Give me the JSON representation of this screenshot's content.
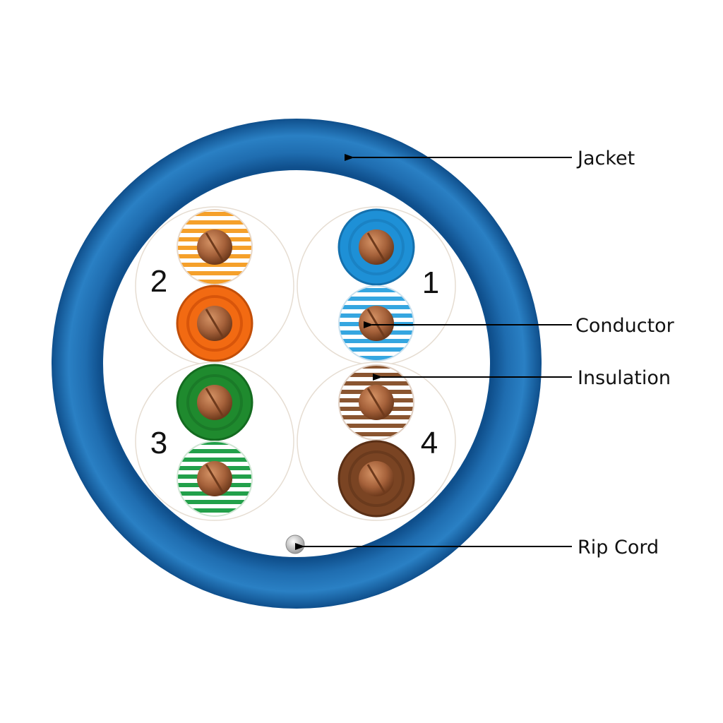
{
  "labels": {
    "jacket": "Jacket",
    "conductor": "Conductor",
    "insulation": "Insulation",
    "rip_cord": "Rip Cord"
  },
  "pairs": [
    {
      "number": "1",
      "solid_color": "blue",
      "stripe_color": "blue-white"
    },
    {
      "number": "2",
      "solid_color": "orange",
      "stripe_color": "orange-white"
    },
    {
      "number": "3",
      "solid_color": "green",
      "stripe_color": "green-white"
    },
    {
      "number": "4",
      "solid_color": "brown",
      "stripe_color": "brown-white"
    }
  ],
  "colors": {
    "jacket": "#1f6db0",
    "blue": "#1e90d6",
    "orange": "#f26a12",
    "green": "#1f8a2e",
    "brown": "#7a4423",
    "copper": "#b06a3e",
    "orange_stripe": "#f5a02a",
    "blue_stripe": "#35a6e0",
    "green_stripe": "#22a04a",
    "brown_stripe": "#8a5530",
    "line": "#000000"
  }
}
